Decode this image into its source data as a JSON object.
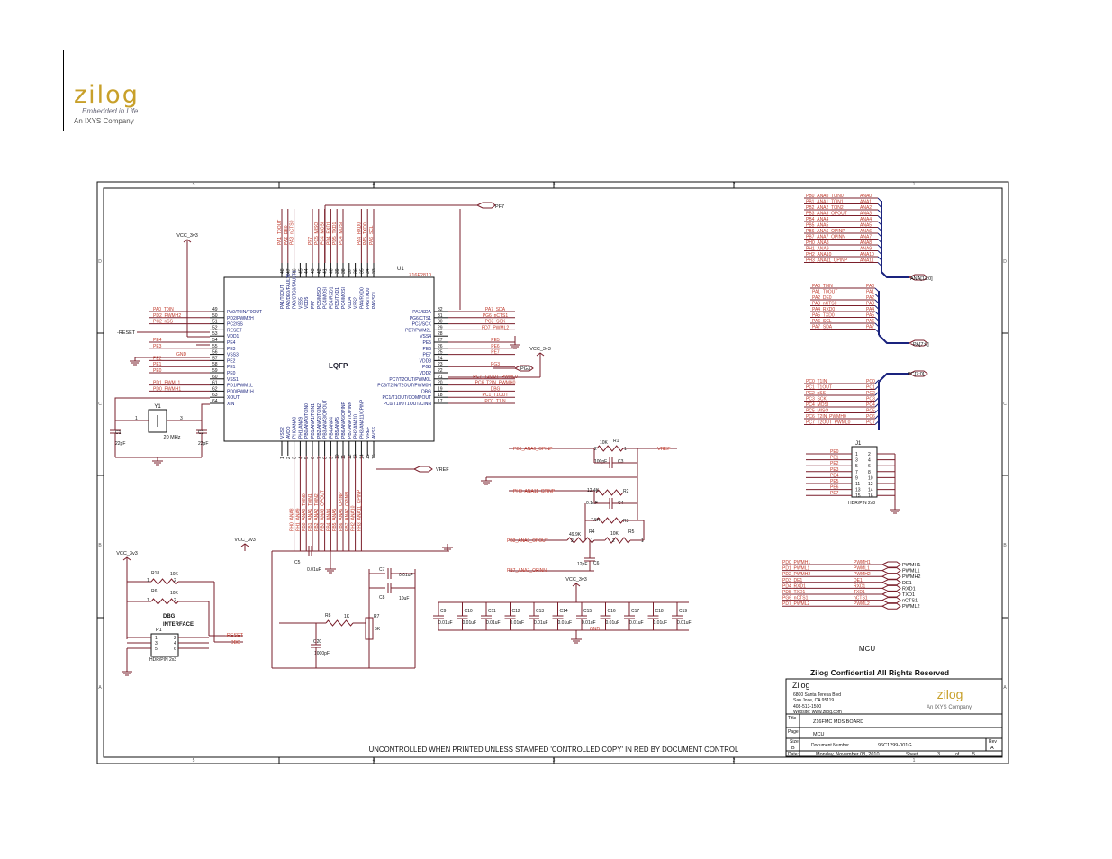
{
  "header": {
    "logo_text": "zilog",
    "logo_tagline": "Embedded in Life",
    "logo_company": "An IXYS Company"
  },
  "frame": {
    "col_labels": [
      "5",
      "4",
      "3",
      "2",
      "1"
    ],
    "row_labels": [
      "D",
      "C",
      "B",
      "A"
    ]
  },
  "u1": {
    "ref": "U1",
    "part": "Z16F2810",
    "package": "LQFP",
    "left_pins": [
      {
        "num": "49",
        "name": "PA0/T0IN/T0OUT",
        "net": "PA0_T0IN"
      },
      {
        "num": "50",
        "name": "PD2/PWM2H",
        "net": "PD2_PWMH2"
      },
      {
        "num": "51",
        "name": "PC2/SS",
        "net": "PC2_nSS"
      },
      {
        "num": "52",
        "name": "RESET",
        "net": "RESET"
      },
      {
        "num": "53",
        "name": "VDD1",
        "net": ""
      },
      {
        "num": "54",
        "name": "PE4",
        "net": "PE4"
      },
      {
        "num": "55",
        "name": "PE3",
        "net": "PE3"
      },
      {
        "num": "56",
        "name": "VSS3",
        "net": "GND"
      },
      {
        "num": "57",
        "name": "PE2",
        "net": "PE2"
      },
      {
        "num": "58",
        "name": "PE1",
        "net": "PE1"
      },
      {
        "num": "59",
        "name": "PE0",
        "net": "PE0"
      },
      {
        "num": "60",
        "name": "VSS1",
        "net": ""
      },
      {
        "num": "61",
        "name": "PD1/PWM1L",
        "net": "PD1_PWML1"
      },
      {
        "num": "62",
        "name": "PD0/PWM1H",
        "net": "PD0_PWMH1"
      },
      {
        "num": "63",
        "name": "XOUT",
        "net": ""
      },
      {
        "num": "64",
        "name": "XIN",
        "net": ""
      }
    ],
    "right_pins": [
      {
        "num": "32",
        "name": "PA7/SDA",
        "net": "PA7_SDA"
      },
      {
        "num": "31",
        "name": "PG6/CTS1",
        "net": "PG6_nCTS1"
      },
      {
        "num": "30",
        "name": "PC3/SCK",
        "net": "PC3_SCK"
      },
      {
        "num": "29",
        "name": "PD7/PWM2L",
        "net": "PD7_PWML2"
      },
      {
        "num": "28",
        "name": "VSS4",
        "net": "GND"
      },
      {
        "num": "27",
        "name": "PE5",
        "net": "PE5"
      },
      {
        "num": "26",
        "name": "PE6",
        "net": "PE6"
      },
      {
        "num": "25",
        "name": "PE7",
        "net": "PE7"
      },
      {
        "num": "24",
        "name": "VDD3",
        "net": ""
      },
      {
        "num": "23",
        "name": "PG3",
        "net": "PG3"
      },
      {
        "num": "22",
        "name": "VDD2",
        "net": ""
      },
      {
        "num": "21",
        "name": "PC7/T2OUT/PWM0L",
        "net": "PC7_T2OUT_PWML0"
      },
      {
        "num": "20",
        "name": "PC6/T2IN/T2OUT/PWM0H",
        "net": "PC6_T2IN_PWMH0"
      },
      {
        "num": "19",
        "name": "DBG",
        "net": "DBG"
      },
      {
        "num": "18",
        "name": "PC1/T1OUT/COMPOUT",
        "net": "PC1_T1OUT"
      },
      {
        "num": "17",
        "name": "PC0/T1IN/T1OUT/CINN",
        "net": "PC0_T1IN"
      }
    ],
    "top_pins": [
      {
        "num": "48",
        "name": "PA1/T0OUT",
        "net": "PA1_T0OUT"
      },
      {
        "num": "47",
        "name": "PA2/DE0/FAULT0",
        "net": "PA2_DE0"
      },
      {
        "num": "46",
        "name": "PA3/CTS0/FAULT1",
        "net": "PA3_nCTS0"
      },
      {
        "num": "45",
        "name": "VSS5",
        "net": ""
      },
      {
        "num": "44",
        "name": "VDD5",
        "net": ""
      },
      {
        "num": "43",
        "name": "PF7",
        "net": "PF7"
      },
      {
        "num": "42",
        "name": "PC5/MISO",
        "net": "PC5_MISO"
      },
      {
        "num": "41",
        "name": "PC4/MOSI",
        "net": "PC4_MOSI"
      },
      {
        "num": "40",
        "name": "PD4/RXD1",
        "net": "PD4_RXD1"
      },
      {
        "num": "39",
        "name": "PD5/TXD1",
        "net": "PD5_TXD1"
      },
      {
        "num": "38",
        "name": "PC4/MOSI",
        "net": "PC4_MOSI"
      },
      {
        "num": "37",
        "name": "VDD4",
        "net": ""
      },
      {
        "num": "36",
        "name": "VSS2",
        "net": ""
      },
      {
        "num": "35",
        "name": "PA4/RXD0",
        "net": "PA4_RXD0"
      },
      {
        "num": "34",
        "name": "PA5/TXD0",
        "net": "PA5_TXD0"
      },
      {
        "num": "33",
        "name": "PA6/SCL",
        "net": "PA6_SCL"
      }
    ],
    "bottom_pins": [
      {
        "num": "1",
        "name": "VSS2",
        "net": ""
      },
      {
        "num": "2",
        "name": "AVDD",
        "net": ""
      },
      {
        "num": "3",
        "name": "PH0/ANA0",
        "net": "PH0_ANA8"
      },
      {
        "num": "4",
        "name": "PH1/ANA9",
        "net": "PH1_ANA9"
      },
      {
        "num": "5",
        "name": "PB0/ANA0/T0IN0",
        "net": "PB0_ANA0_T0IN0"
      },
      {
        "num": "6",
        "name": "PB1/ANA1/T0IN1",
        "net": "PB1_ANA1_T0IN1"
      },
      {
        "num": "7",
        "name": "PB2/ANA2/T0IN2",
        "net": "PB2_ANA2_T0IN2"
      },
      {
        "num": "8",
        "name": "PB3/ANA3/OPOUT",
        "net": "PB3_ANA3_OPOUT"
      },
      {
        "num": "9",
        "name": "PB4/ANA4",
        "net": "PB4_ANA4"
      },
      {
        "num": "10",
        "name": "PB5/ANA5",
        "net": "PB5_ANA5"
      },
      {
        "num": "11",
        "name": "PB6/ANA6/OPINP",
        "net": "PB6_ANA6_OPINP"
      },
      {
        "num": "12",
        "name": "PB7/ANA7/OPINN",
        "net": "PB7_ANA7_OPINN"
      },
      {
        "num": "13",
        "name": "PH2/ANA10",
        "net": "PH2_ANA10"
      },
      {
        "num": "14",
        "name": "PH3/ANA11/CPINP",
        "net": "PH3_ANA11_CPINP"
      },
      {
        "num": "15",
        "name": "VREF",
        "net": ""
      },
      {
        "num": "16",
        "name": "AVSS",
        "net": ""
      }
    ]
  },
  "nets": {
    "vcc": "VCC_3v3",
    "reset": "-RESET",
    "reset2": "-RESET",
    "vref": "VREF",
    "pf7": "PF7",
    "pg3": "PG3",
    "gnd": "GND",
    "dbg": "DBG"
  },
  "crystal": {
    "ref": "Y1",
    "value": "20 MHz",
    "c1": "C1",
    "c1_val": "22pF",
    "c2": "C2",
    "c2_val": "22pF",
    "p1": "1",
    "p3": "3"
  },
  "ana_bus": {
    "name": "ANA[11:0]",
    "entries": [
      {
        "net": "PB0_ANA0_T0IN0",
        "sig": "ANA0"
      },
      {
        "net": "PB1_ANA1_T0IN1",
        "sig": "ANA1"
      },
      {
        "net": "PB2_ANA2_T0IN2",
        "sig": "ANA2"
      },
      {
        "net": "PB3_ANA3_OPOUT",
        "sig": "ANA3"
      },
      {
        "net": "PB4_ANA4",
        "sig": "ANA4"
      },
      {
        "net": "PB5_ANA5",
        "sig": "ANA5"
      },
      {
        "net": "PB6_ANA6_OPINP",
        "sig": "ANA6"
      },
      {
        "net": "PB7_ANA7_OPINN",
        "sig": "ANA7"
      },
      {
        "net": "PH0_ANA8",
        "sig": "ANA8"
      },
      {
        "net": "PH1_ANA9",
        "sig": "ANA9"
      },
      {
        "net": "PH2_ANA10",
        "sig": "ANA10"
      },
      {
        "net": "PH3_ANA11_CPINP",
        "sig": "ANA11"
      }
    ]
  },
  "pa_bus": {
    "name": "PA[7:0]",
    "entries": [
      {
        "net": "PA0_T0IN",
        "sig": "PA0"
      },
      {
        "net": "PA1_T0OUT",
        "sig": "PA1"
      },
      {
        "net": "PA2_DE0",
        "sig": "PA2"
      },
      {
        "net": "PA3_nCTS0",
        "sig": "PA3"
      },
      {
        "net": "PA4_RXD0",
        "sig": "PA4"
      },
      {
        "net": "PA5_TXD0",
        "sig": "PA5"
      },
      {
        "net": "PA6_SCL",
        "sig": "PA6"
      },
      {
        "net": "PA7_SDA",
        "sig": "PA7"
      }
    ]
  },
  "pc_bus": {
    "name": "PC[7:0]",
    "entries": [
      {
        "net": "PC0_T1IN",
        "sig": "PC0"
      },
      {
        "net": "PC1_T1OUT",
        "sig": "PC1"
      },
      {
        "net": "PC2_nSS",
        "sig": "PC2"
      },
      {
        "net": "PC3_SCK",
        "sig": "PC3"
      },
      {
        "net": "PC4_MOSI",
        "sig": "PC4"
      },
      {
        "net": "PC5_MISO",
        "sig": "PC5"
      },
      {
        "net": "PC6_T2IN_PWMH0",
        "sig": "PC6"
      },
      {
        "net": "PC7_T2OUT_PWML0",
        "sig": "PC7"
      }
    ]
  },
  "j1": {
    "ref": "J1",
    "type": "HDR/PIN 2x8",
    "nets": [
      "PE0",
      "PE1",
      "PE2",
      "PE3",
      "PE4",
      "PE5",
      "PE6",
      "PE7"
    ],
    "left_nums": [
      "1",
      "3",
      "5",
      "7",
      "9",
      "11",
      "13",
      "15"
    ],
    "right_nums": [
      "2",
      "4",
      "6",
      "8",
      "10",
      "12",
      "14",
      "16"
    ]
  },
  "pwm_block": {
    "entries": [
      {
        "net": "PD0_PWMH1",
        "sig": "PWMH1",
        "port": "PWMH1"
      },
      {
        "net": "PD1_PWML1",
        "sig": "PWML1",
        "port": "PWML1"
      },
      {
        "net": "PD2_PWMH2",
        "sig": "PWMH2",
        "port": "PWMH2"
      },
      {
        "net": "PD3_DE1",
        "sig": "DE1",
        "port": "DE1"
      },
      {
        "net": "PD4_RXD1",
        "sig": "RXD1",
        "port": "RXD1"
      },
      {
        "net": "PD5_TXD1",
        "sig": "TXD1",
        "port": "TXD1"
      },
      {
        "net": "PG6_nCTS1",
        "sig": "nCTS1",
        "port": "nCTS1"
      },
      {
        "net": "PD7_PWML2",
        "sig": "PWML2",
        "port": "PWML2"
      }
    ]
  },
  "analog": {
    "r1": "R1",
    "r1_val": "10K",
    "c3": "C3",
    "c3_val": "100pF",
    "r2": "R2",
    "r2_val": "12.4K",
    "c4": "C4",
    "c4_val": "0.1uF",
    "r3": "R3",
    "r3_val": "7.5K",
    "r4": "R4",
    "r4_val": "49.9K",
    "r5": "R5",
    "r5_val": "10K",
    "c6": "C6",
    "c6_val": "12pF",
    "net_pb6": "PB6_ANA6_OPINP",
    "net_ph3": "PH3_ANA11_CPINP",
    "net_pb3": "PB3_ANA3_OPOUT",
    "net_pb7": "PB7_ANA7_OPINN",
    "p2": "2",
    "p1": "1"
  },
  "power": {
    "c5": "C5",
    "c5_val": "0.01uF",
    "c7": "C7",
    "c7_val": "0.01uF",
    "c8": "C8",
    "c8_val": "10uF",
    "r7": "R7",
    "r7_val": "5K",
    "r8": "R8",
    "r8_val": "1K",
    "c20": "C20",
    "c20_val": "1000pF",
    "decoupling": [
      {
        "ref": "C9",
        "val": "0.01uF"
      },
      {
        "ref": "C10",
        "val": "0.01uF"
      },
      {
        "ref": "C11",
        "val": "0.01uF"
      },
      {
        "ref": "C12",
        "val": "0.01uF"
      },
      {
        "ref": "C13",
        "val": "0.01uF"
      },
      {
        "ref": "C14",
        "val": "0.01uF"
      },
      {
        "ref": "C15",
        "val": "0.01uF"
      },
      {
        "ref": "C16",
        "val": "0.01uF"
      },
      {
        "ref": "C17",
        "val": "0.01uF"
      },
      {
        "ref": "C18",
        "val": "0.01uF"
      },
      {
        "ref": "C19",
        "val": "0.01uF"
      }
    ]
  },
  "debug": {
    "r18": "R18",
    "r18_val": "10K",
    "r6": "R6",
    "r6_val": "10K",
    "title1": "DBG",
    "title2": "INTERFACE",
    "p1": "P1",
    "p1_type": "HDR/PIN 2x3"
  },
  "sheet_title": "MCU",
  "footer_notice": "UNCONTROLLED WHEN PRINTED UNLESS STAMPED 'CONTROLLED COPY' IN RED BY DOCUMENT CONTROL",
  "title_block": {
    "confidential": "Zilog Confidential All Rights Reserved",
    "company": "Zilog",
    "addr1": "6800 Santa Teresa Blvd",
    "addr2": "San Jose, CA  95119",
    "phone": "408-513-1500",
    "web": "Website: www.zilog.com",
    "logo_text": "zilog",
    "logo_company": "An IXYS Company",
    "title_label": "Title",
    "title": "Z16FMC MDS BOARD",
    "page_label": "Page",
    "page": "MCU",
    "size_label": "Size",
    "size": "B",
    "docnum_label": "Document Number",
    "docnum": "96C1299-001G",
    "rev_label": "Rev",
    "rev": "A",
    "date_label": "Date:",
    "date": "Monday, November 08, 2010",
    "sheet_label": "Sheet",
    "sheet": "3",
    "of_label": "of",
    "sheets": "5"
  }
}
